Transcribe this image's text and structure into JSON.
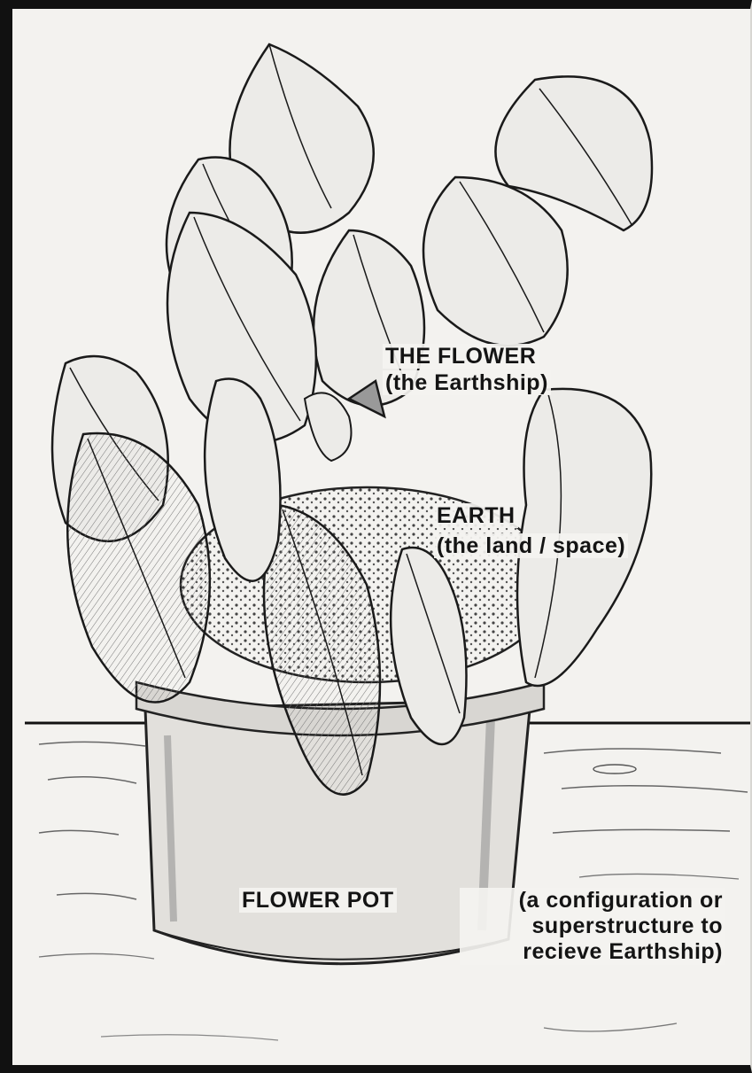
{
  "labels": {
    "flower_title": "THE FLOWER",
    "flower_sub": "(the Earthship)",
    "earth_title": "EARTH",
    "earth_sub": "(the land / space)",
    "pot_title": "FLOWER POT",
    "pot_desc_1": "(a configuration or",
    "pot_desc_2": "superstructure to",
    "pot_desc_3": "recieve Earthship)"
  },
  "colors": {
    "ink": "#141414",
    "paper": "#f3f2ef",
    "frame": "#111111"
  }
}
